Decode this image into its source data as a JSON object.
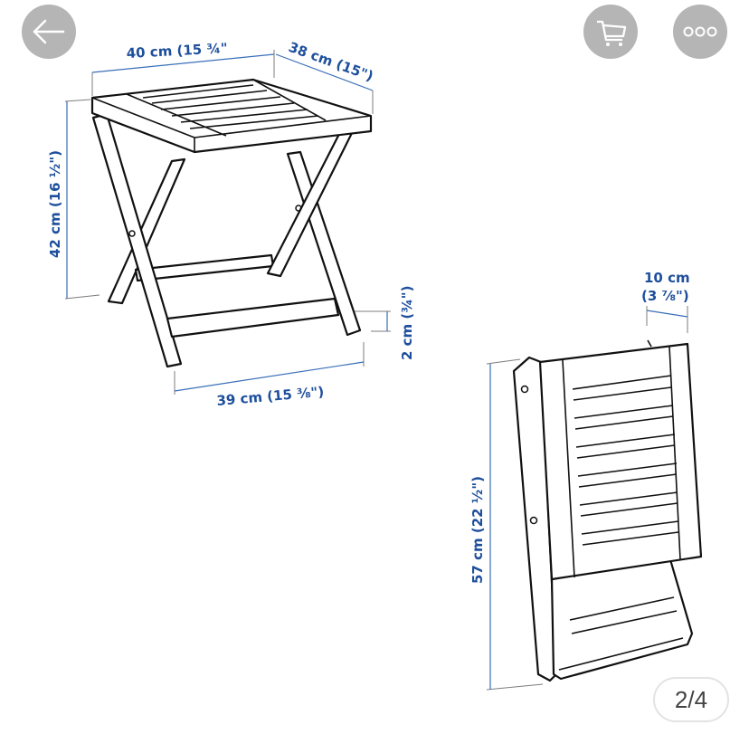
{
  "toolbar": {
    "back_icon": "arrow-left-icon",
    "cart_icon": "shopping-cart-icon",
    "more_icon": "more-horizontal-icon"
  },
  "image_viewer": {
    "current_page": 2,
    "total_pages": 4,
    "page_counter": "2/4"
  },
  "diagram": {
    "stool_open": {
      "width_label": "40 cm (15 ¾\"",
      "depth_label": "38 cm (15\")",
      "height_label": "42 cm (16 ½\")",
      "base_width_label": "39 cm (15 ⅜\")",
      "foot_height_label": "2 cm (¾\")"
    },
    "stool_folded": {
      "thickness_label_cm": "10 cm",
      "thickness_label_in": "(3 ⅞\")",
      "height_label": "57 cm (22 ½\")"
    }
  },
  "colors": {
    "button_bg": "#b5b5b5",
    "dimension_text": "#1e4f9c",
    "dimension_line": "#3a6fb8",
    "counter_text": "#444444",
    "counter_border": "#e3e3e3"
  }
}
